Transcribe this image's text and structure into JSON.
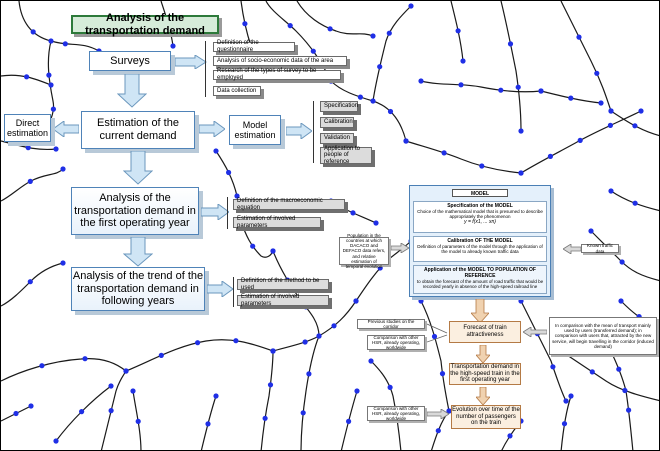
{
  "title": "Analysis of the transportation demand",
  "main": {
    "surveys": "Surveys",
    "estimation": "Estimation of the current demand",
    "direct": "Direct estimation",
    "model_estimation": "Model estimation",
    "first_year": "Analysis of the transportation demand in the first operating year",
    "trend": "Analysis of the trend of the transportation demand in following years"
  },
  "survey_items": [
    "Definition of the questionnaire",
    "Analysis of socio-economic data of the area",
    "Research of the types of survey to be employed",
    "Data collection"
  ],
  "model_steps": [
    "Specification",
    "Calibration",
    "Validation",
    "Application to people of reference"
  ],
  "first_year_items": [
    "Definition of the macroeconomic equation",
    "Estimation of involved parameters"
  ],
  "trend_items": [
    "Definition of the method to be used",
    "Estimation of involved parameters"
  ],
  "model_box": {
    "header": "MODEL",
    "spec_title": "Specification of the MODEL",
    "spec_text": "Choice of the mathematical model that is presumed to describe appropriately the phenomenon",
    "formula": "y = f(x1, ... xn)",
    "calib_title": "Calibration OF THE MODEL",
    "calib_text": "Definition of parameters of the model through the application of the model to already known traffic data",
    "apply_title": "Application of the MODEL TO POPULATION OF REFERENCE",
    "apply_text": "to obtain the forecast of the amount of road traffic that would be recorded yearly in absence of the high-speed railroad line"
  },
  "side_notes": {
    "population": "Population in the countries at which DACACO and DEFACO data refers, and relative estimation of temporal evolution",
    "known": "Known traffic data"
  },
  "lower": {
    "previous": "Previous studies on the corridor",
    "compare1": "Comparison with other HSR, already operating, worldwide",
    "forecast": "Forecast of train attractiveness",
    "right_note": "In comparison with the mean of transport mainly used by users (transferred demand); in comparison with users that, attracted by the new service, will begin travelling in the corridor (induced demand)",
    "first_year_demand": "Transportation demand in the high-speed train in the first operating year",
    "compare2": "Comparison with other HSR, already operating, worldwide",
    "evolution": "Evolution over time of the number of passengers on the train"
  },
  "colors": {
    "road": "#1a1a1a",
    "node": "#1f2fe6",
    "arrow_fill": "#cfe5f5",
    "arrow_stroke": "#6b97bd",
    "title_bg": "#d6ecd9",
    "model_bg": "#e4f0fb"
  }
}
